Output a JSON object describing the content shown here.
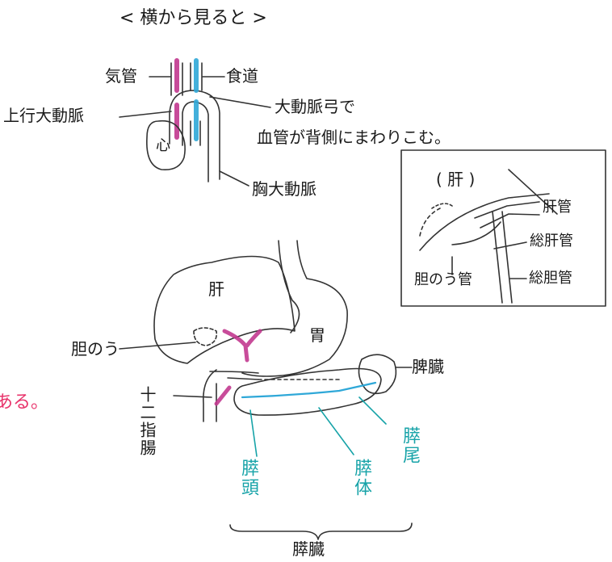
{
  "title": "< 横から見ると >",
  "top_diagram": {
    "trachea": "気管",
    "esophagus": "食道",
    "ascending_aorta": "上行大動脈",
    "heart": "心",
    "aortic_arch_note_1": "大動脈弓で",
    "aortic_arch_note_2": "血管が背側にまわりこむ。",
    "thoracic_aorta": "胸大動脈"
  },
  "inset": {
    "liver": "( 肝 )",
    "hepatic_duct": "肝管",
    "common_hepatic_duct": "総肝管",
    "cystic_duct": "胆のう管",
    "common_bile_duct": "総胆管"
  },
  "main_diagram": {
    "liver": "肝",
    "stomach": "胃",
    "gallbladder": "胆のう",
    "spleen": "脾臓",
    "duodenum": "十二指腸",
    "pancreas_head": "膵頭",
    "pancreas_body": "膵体",
    "pancreas_tail": "膵尾",
    "pancreas": "膵臓"
  },
  "margin_note": "ある。",
  "colors": {
    "pink": "#e8336b",
    "magenta": "#c2388f",
    "blue": "#2fa8d8",
    "teal": "#17a3a8",
    "ink": "#1a1a1a"
  }
}
